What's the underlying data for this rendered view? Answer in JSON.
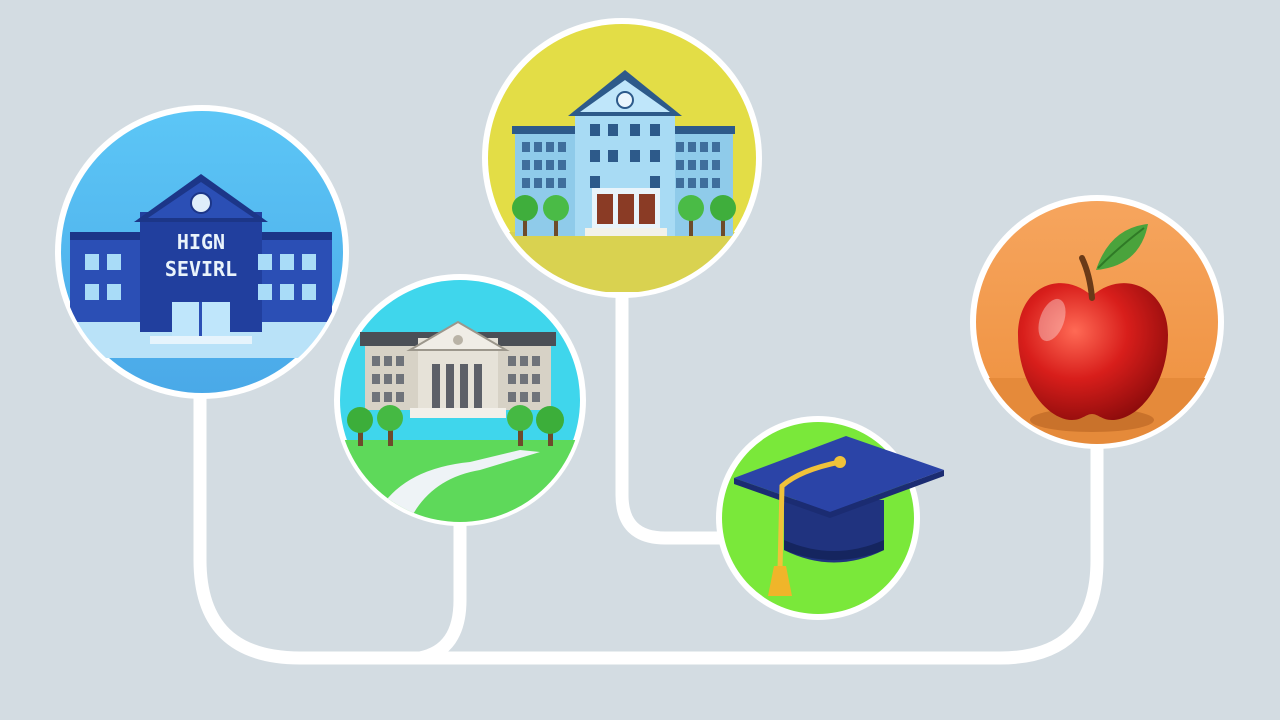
{
  "diagram": {
    "background": "#d3dce2",
    "connector_color": "#ffffff",
    "nodes": [
      {
        "id": "high-school",
        "icon": "high-school-building-icon",
        "bg": "#5fc0f2",
        "sign_line1": "HIGN",
        "sign_line2": "SEVIRL"
      },
      {
        "id": "university",
        "icon": "university-campus-icon",
        "bg": "#3fd6ec"
      },
      {
        "id": "college",
        "icon": "school-building-icon",
        "bg": "#e3dd46"
      },
      {
        "id": "graduation",
        "icon": "graduation-cap-icon",
        "bg": "#7ae83a"
      },
      {
        "id": "teacher-apple",
        "icon": "apple-icon",
        "bg": "#f4a25a"
      }
    ]
  }
}
